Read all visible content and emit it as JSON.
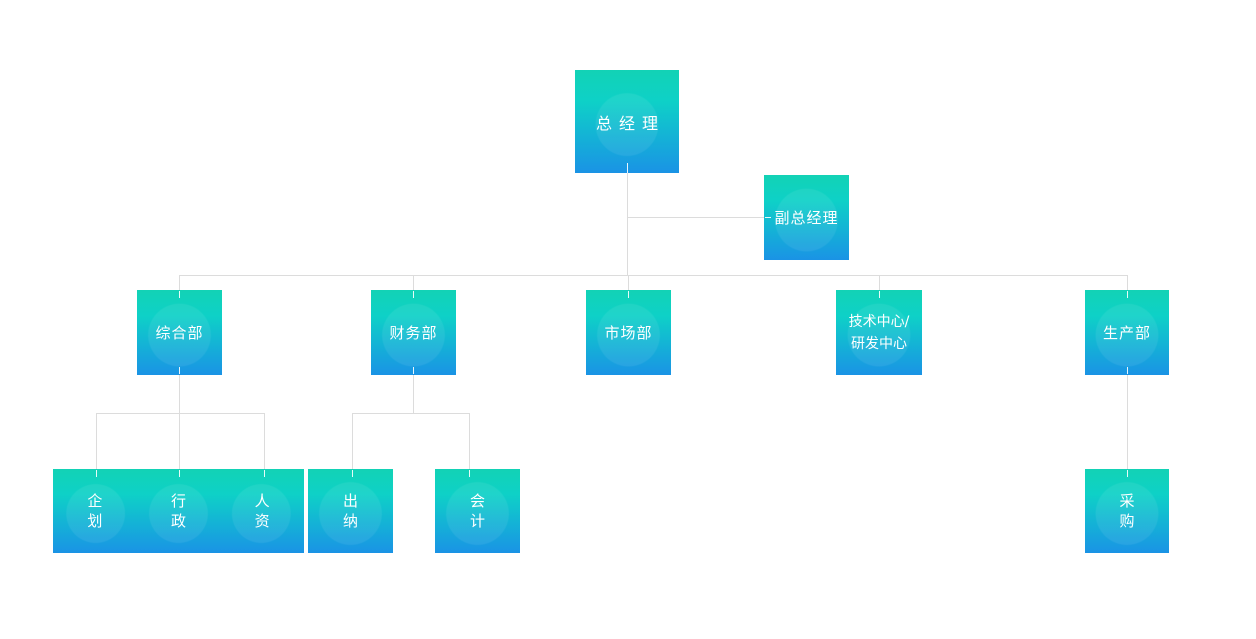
{
  "page": {
    "background_color": "#ffffff"
  },
  "org_chart": {
    "type": "org-chart",
    "connector_color": "#dcdcdc",
    "node_gradient_top": "#12d2b5",
    "node_gradient_bottom": "#1a93e5",
    "text_color": "#ffffff",
    "nodes": {
      "general_manager": {
        "label": "总经理"
      },
      "deputy_general_manager": {
        "label": "副总经理"
      },
      "general_affairs_dept": {
        "label": "综合部"
      },
      "finance_dept": {
        "label": "财务部"
      },
      "marketing_dept": {
        "label": "市场部"
      },
      "tech_rd_center": {
        "label": "技术中心/研发中心",
        "lines": [
          "技术中心/",
          "研发中心"
        ]
      },
      "production_dept": {
        "label": "生产部"
      },
      "planning": {
        "label": "企划"
      },
      "administration": {
        "label": "行政"
      },
      "human_resources": {
        "label": "人资"
      },
      "cashier": {
        "label": "出纳"
      },
      "accountant": {
        "label": "会计"
      },
      "purchasing": {
        "label": "采购"
      }
    },
    "edges": [
      {
        "from": "general_manager",
        "to": "deputy_general_manager"
      },
      {
        "from": "general_manager",
        "to": "general_affairs_dept"
      },
      {
        "from": "general_manager",
        "to": "finance_dept"
      },
      {
        "from": "general_manager",
        "to": "marketing_dept"
      },
      {
        "from": "general_manager",
        "to": "tech_rd_center"
      },
      {
        "from": "general_manager",
        "to": "production_dept"
      },
      {
        "from": "general_affairs_dept",
        "to": "planning"
      },
      {
        "from": "general_affairs_dept",
        "to": "administration"
      },
      {
        "from": "general_affairs_dept",
        "to": "human_resources"
      },
      {
        "from": "finance_dept",
        "to": "cashier"
      },
      {
        "from": "finance_dept",
        "to": "accountant"
      },
      {
        "from": "production_dept",
        "to": "purchasing"
      }
    ]
  }
}
